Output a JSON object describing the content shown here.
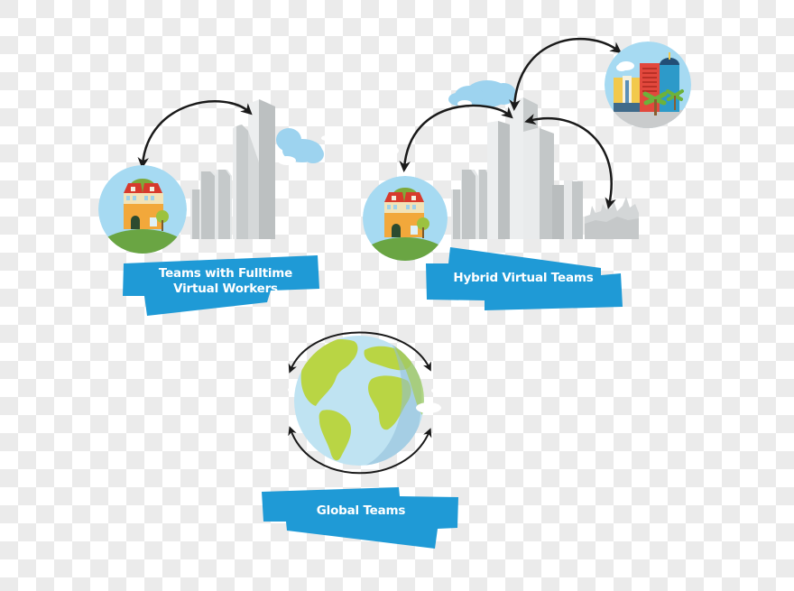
{
  "diagram": {
    "colors": {
      "banner": "#1f9ad6",
      "building_light": "#e4e7e8",
      "building_mid": "#c9cdce",
      "building_dark": "#b7bbbc",
      "cloud": "#9dd3ef",
      "sky_circle": "#a6daf2",
      "grass": "#6aa543",
      "arrow": "#1a1a1a",
      "globe_ocean": "#bfe3f2",
      "globe_land": "#b9d544"
    },
    "sections": [
      {
        "id": "fulltime",
        "label_line1": "Teams with Fulltime",
        "label_line2": "Virtual Workers",
        "icons": [
          "house-icon",
          "office-towers-icon",
          "cloud-icon"
        ]
      },
      {
        "id": "hybrid",
        "label": "Hybrid Virtual Teams",
        "icons": [
          "house-icon",
          "office-towers-icon",
          "city-icon",
          "skyline-icon",
          "cloud-icon"
        ]
      },
      {
        "id": "global",
        "label": "Global Teams",
        "icons": [
          "globe-icon"
        ]
      }
    ]
  }
}
